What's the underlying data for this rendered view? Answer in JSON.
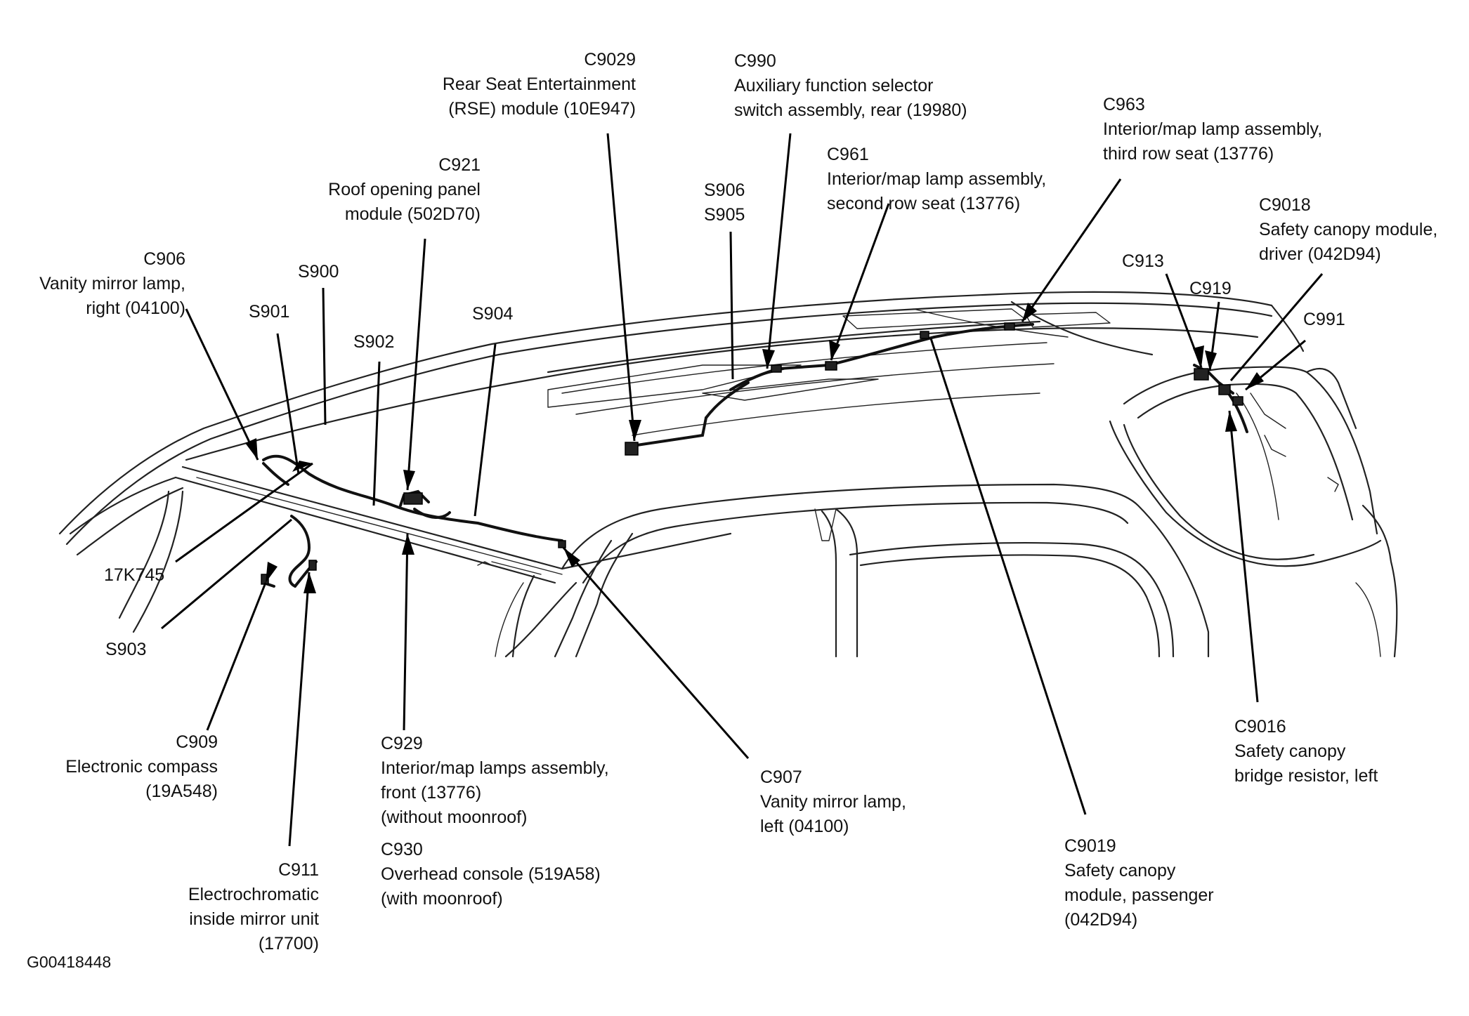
{
  "figure_id": "G00418448",
  "labels": {
    "c9029": {
      "id": "C9029",
      "lines": [
        "Rear Seat Entertainment",
        "(RSE) module (10E947)"
      ]
    },
    "c990": {
      "id": "C990",
      "lines": [
        "Auxiliary function selector",
        "switch assembly, rear (19980)"
      ]
    },
    "c963": {
      "id": "C963",
      "lines": [
        "Interior/map lamp assembly,",
        "third row seat (13776)"
      ]
    },
    "c961": {
      "id": "C961",
      "lines": [
        "Interior/map lamp assembly,",
        "second row seat (13776)"
      ]
    },
    "c921": {
      "id": "C921",
      "lines": [
        "Roof opening panel",
        "module (502D70)"
      ]
    },
    "s906": {
      "id": "S906"
    },
    "s905": {
      "id": "S905"
    },
    "c9018": {
      "id": "C9018",
      "lines": [
        "Safety canopy module,",
        "driver (042D94)"
      ]
    },
    "c906": {
      "id": "C906",
      "lines": [
        "Vanity mirror lamp,",
        "right (04100)"
      ]
    },
    "s900": {
      "id": "S900"
    },
    "c913": {
      "id": "C913"
    },
    "c919": {
      "id": "C919"
    },
    "s901": {
      "id": "S901"
    },
    "s904": {
      "id": "S904"
    },
    "c991": {
      "id": "C991"
    },
    "s902": {
      "id": "S902"
    },
    "p17k745": {
      "id": "17K745"
    },
    "s903": {
      "id": "S903"
    },
    "c909": {
      "id": "C909",
      "lines": [
        "Electronic compass",
        "(19A548)"
      ]
    },
    "c929": {
      "id": "C929",
      "lines": [
        "Interior/map lamps assembly,",
        "front (13776)",
        "(without moonroof)"
      ]
    },
    "c930": {
      "id": "C930",
      "lines": [
        "Overhead console (519A58)",
        "(with moonroof)"
      ]
    },
    "c907": {
      "id": "C907",
      "lines": [
        "Vanity mirror lamp,",
        "left (04100)"
      ]
    },
    "c9016": {
      "id": "C9016",
      "lines": [
        "Safety canopy",
        "bridge resistor, left"
      ]
    },
    "c9019": {
      "id": "C9019",
      "lines": [
        "Safety canopy",
        "module, passenger",
        "(042D94)"
      ]
    },
    "c911": {
      "id": "C911",
      "lines": [
        "Electrochromatic",
        "inside mirror unit",
        "(17700)"
      ]
    }
  }
}
